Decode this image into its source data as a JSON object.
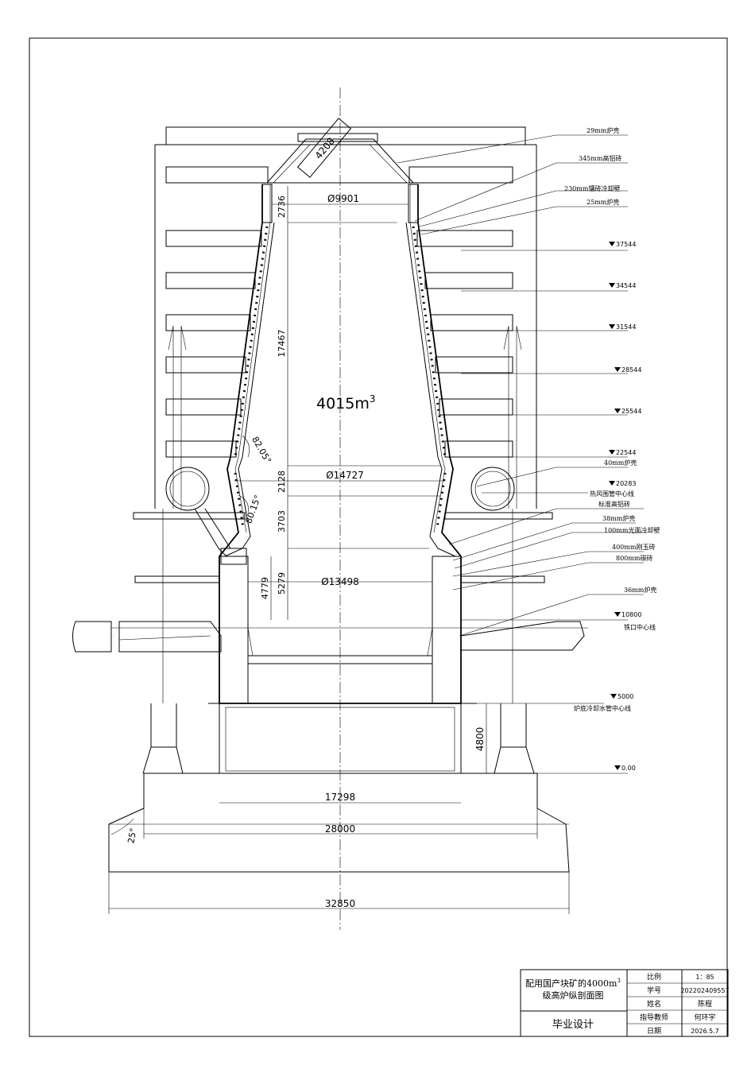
{
  "drawing": {
    "volume_base": "4015m",
    "volume_exp": "3",
    "dims": {
      "throat_dia": "Ø9901",
      "waist_dia": "Ø14727",
      "hearth_dia": "Ø13498",
      "throat_h": "2736",
      "shaft_h": "17467",
      "waist_h": "2128",
      "bosh_h": "3703",
      "hearth_h": "5279",
      "taphole_h": "4779",
      "top_slope": "4208",
      "angle_shaft": "82.05°",
      "angle_bosh": "80.15°",
      "foundation_h": "4800",
      "base_width": "17298",
      "foundation_width": "28000",
      "total_width": "32850",
      "footing_angle": "25°"
    },
    "right_labels": [
      "29mm炉壳",
      "345mm高铝砖",
      "230mm镶砖冷却壁",
      "25mm炉壳",
      "40mm炉壳",
      "热风围管中心线",
      "标准高铝砖",
      "38mm炉壳",
      "100mm光面冷却壁",
      "400mm刚玉砖",
      "800mm碳砖",
      "36mm炉壳",
      "铁口中心线",
      "炉底冷却水管中心线"
    ],
    "elevations": [
      "37544",
      "34544",
      "31544",
      "28544",
      "25544",
      "22544",
      "20283",
      "10800",
      "5000",
      "0.00"
    ]
  },
  "title_block": {
    "title_line1": "配用国产块矿的4000m",
    "title_sup": "3",
    "title_line2": "级高炉纵剖面图",
    "project": "毕业设计",
    "rows": [
      {
        "label": "比例",
        "value": "1：85"
      },
      {
        "label": "学号",
        "value": "202202409557"
      },
      {
        "label": "姓名",
        "value": "陈程"
      },
      {
        "label": "指导教师",
        "value": "何环宇"
      },
      {
        "label": "日期",
        "value": "2026.5.7"
      }
    ]
  }
}
